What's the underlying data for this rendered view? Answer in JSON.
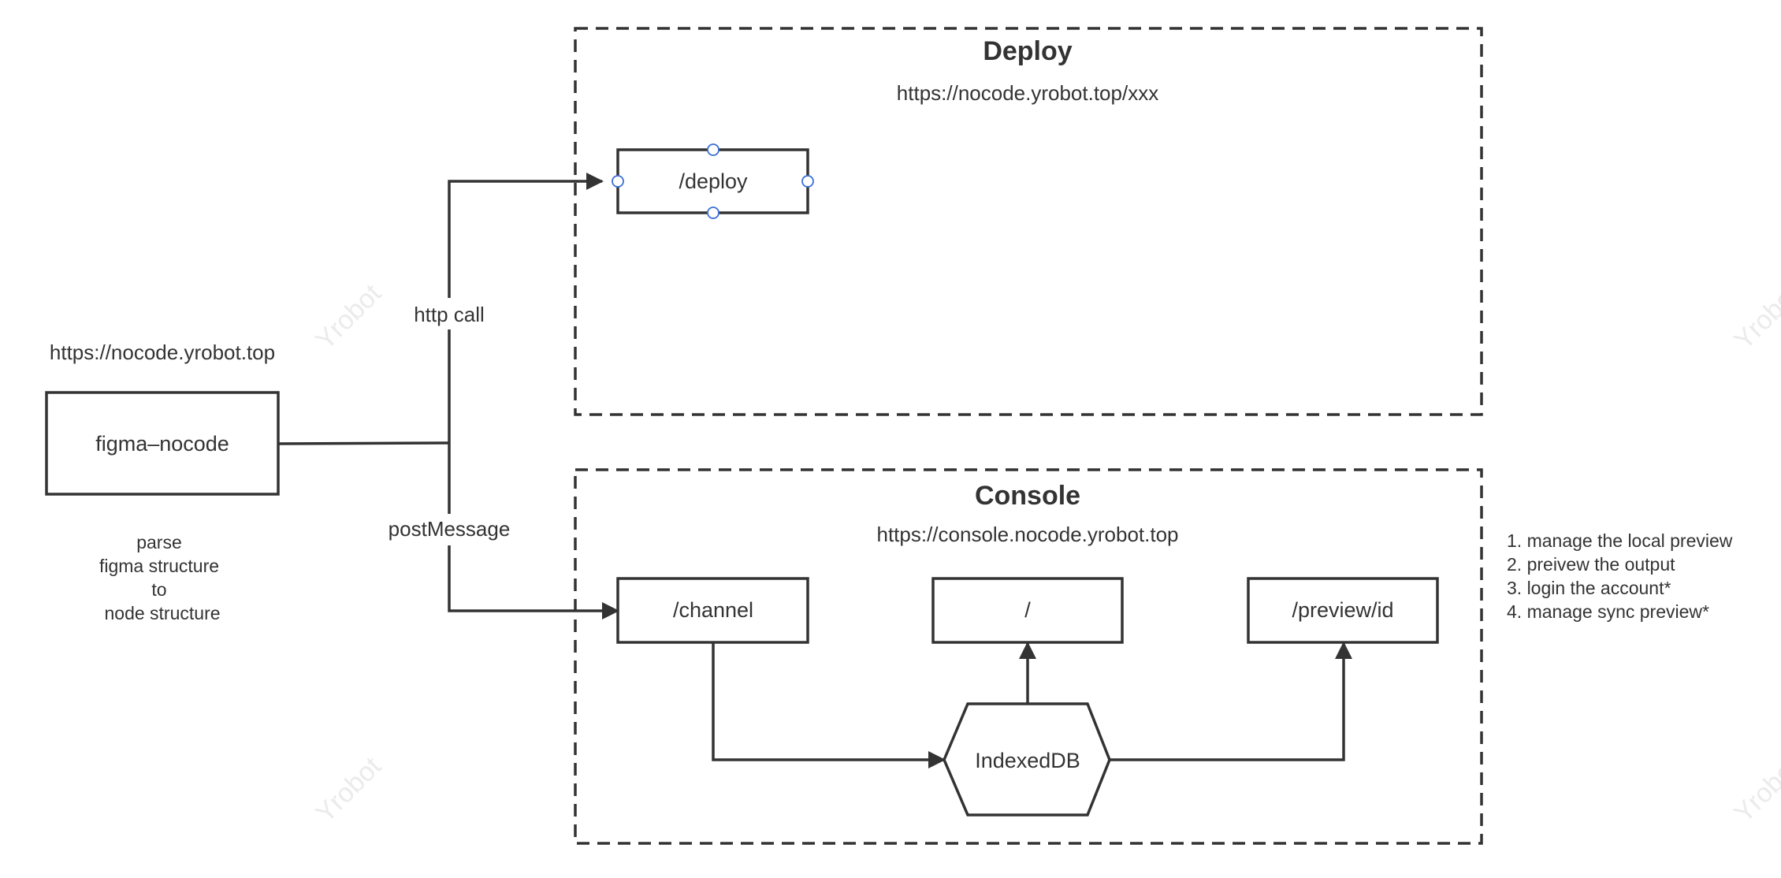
{
  "watermark": "Yrobot",
  "source": {
    "url": "https://nocode.yrobot.top",
    "label": "figma–nocode",
    "description": [
      "parse",
      "figma structure",
      "to",
      "node structure"
    ]
  },
  "deploy_group": {
    "title": "Deploy",
    "url": "https://nocode.yrobot.top/xxx",
    "node_label": "/deploy"
  },
  "console_group": {
    "title": "Console",
    "url": "https://console.nocode.yrobot.top",
    "channel_label": "/channel",
    "root_label": "/",
    "preview_label": "/preview/id",
    "db_label": "IndexedDB"
  },
  "edges": {
    "http_call": "http call",
    "post_message": "postMessage"
  },
  "notes": [
    "1. manage the local preview",
    "2. preivew the output",
    "3. login the account*",
    "4. manage sync preview*"
  ],
  "colors": {
    "stroke": "#333333",
    "handle": "#3b6fd6",
    "watermark": "#ebebeb"
  }
}
